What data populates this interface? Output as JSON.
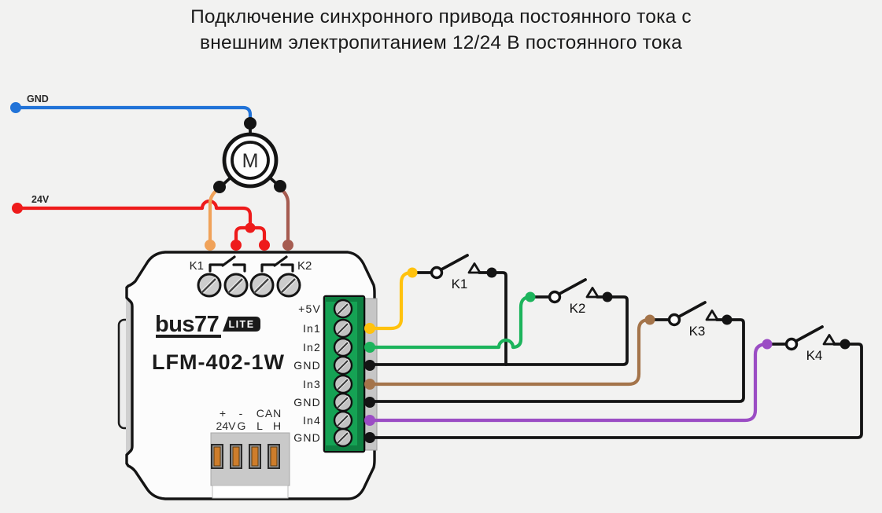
{
  "title": {
    "line1": "Подключение синхронного привода постоянного тока с",
    "line2": "внешним электропитанием 12/24 В постоянного тока"
  },
  "power_rails": {
    "gnd_label": "GND",
    "v24_label": "24V"
  },
  "motor": {
    "label": "M"
  },
  "device": {
    "brand": "bus77",
    "badge": "LITE",
    "model": "LFM-402-1W",
    "relay_k1": "K1",
    "relay_k2": "K2",
    "input_terminals": [
      "+5V",
      "In1",
      "In2",
      "GND",
      "In3",
      "GND",
      "In4",
      "GND"
    ],
    "bottom_row1": [
      "+",
      "-",
      "CAN"
    ],
    "bottom_row2": [
      "24V",
      "G",
      "L",
      "H"
    ]
  },
  "switches": [
    {
      "label": "K1",
      "wire": "#FFC20E"
    },
    {
      "label": "K2",
      "wire": "#1CB45C"
    },
    {
      "label": "K3",
      "wire": "#A4744A"
    },
    {
      "label": "K4",
      "wire": "#9B4DC4"
    }
  ],
  "colors": {
    "background": "#F2F2F1",
    "line": "#141414",
    "gnd_wire": "#2173D8",
    "v24_wire": "#EE1B1B",
    "motor_wire_left": "#F0A259",
    "motor_wire_right": "#A65C51",
    "in1_wire": "#FFC20E",
    "in2_wire": "#1CB45C",
    "in3_wire": "#A4744A",
    "in4_wire": "#9B4DC4",
    "terminal_block": "#15A254",
    "terminal_block_dark": "#0E7F41",
    "badge_bg": "#1A1A1A",
    "connector_pin": "#CE7D2B"
  }
}
